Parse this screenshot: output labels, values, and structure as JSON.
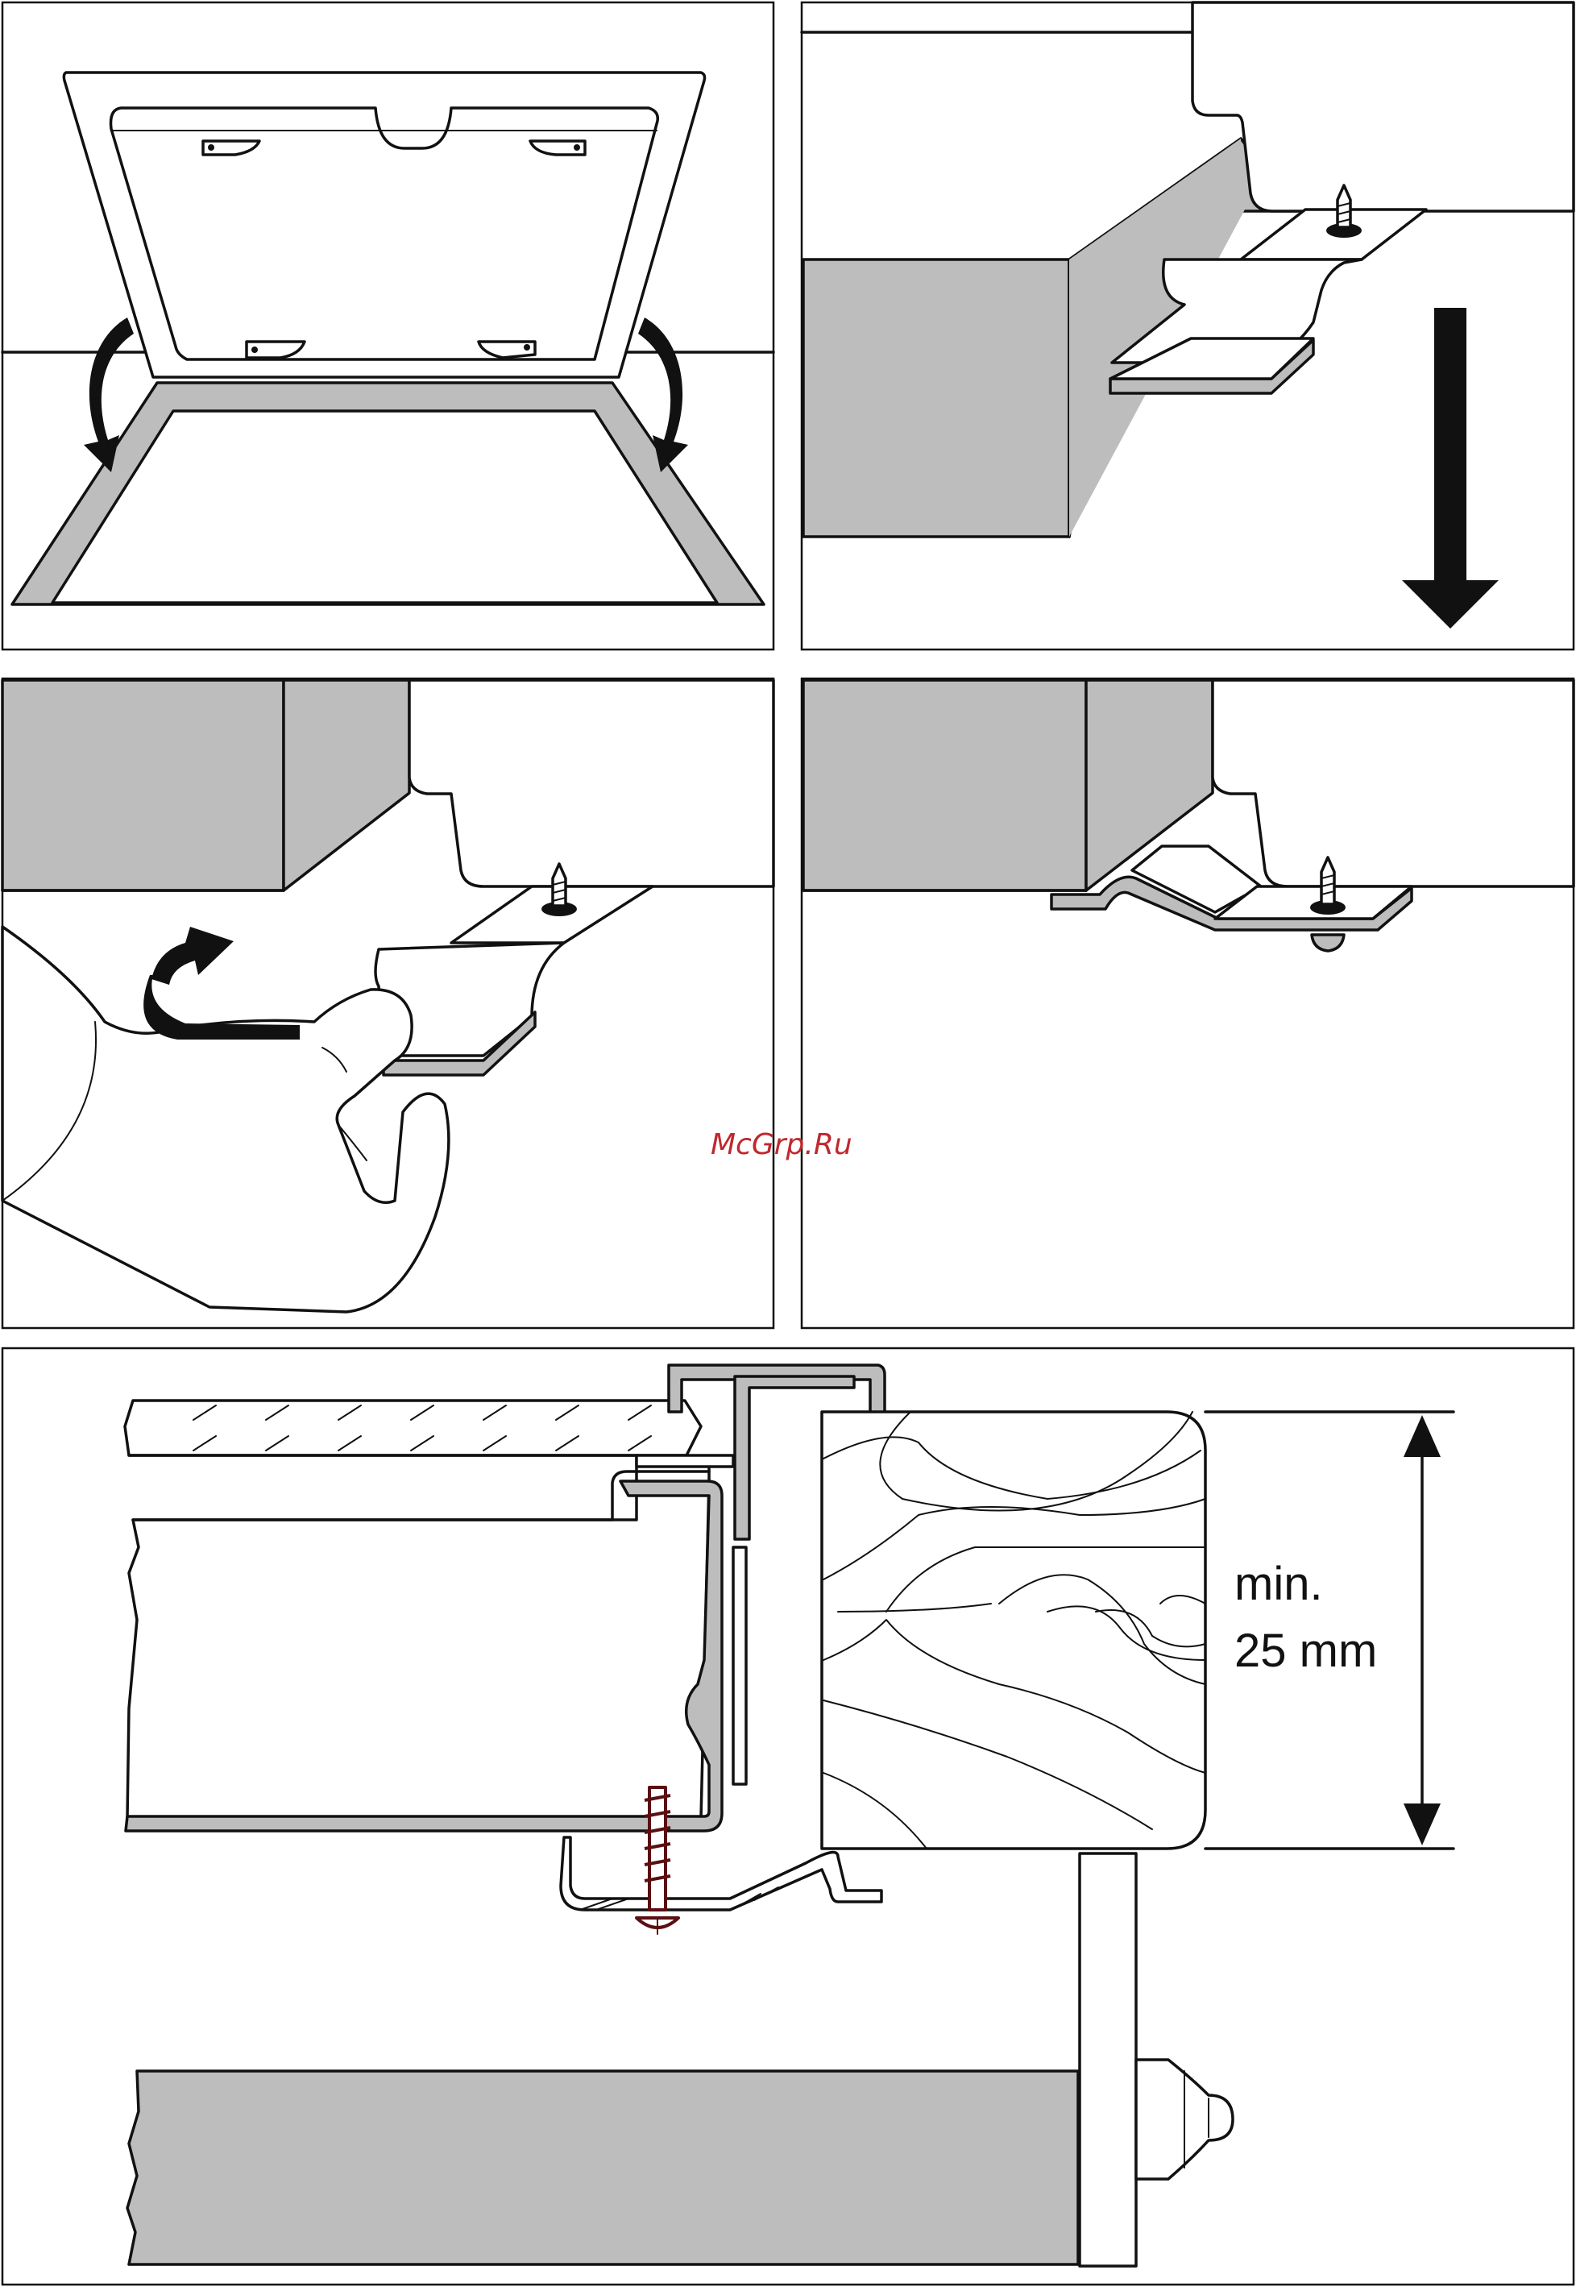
{
  "watermark": "McGrp.Ru",
  "dimension": {
    "line1": "min.",
    "line2": "25 mm"
  },
  "colors": {
    "shade": "#bdbdbd",
    "outline": "#111111",
    "watermark": "#c0282d",
    "screw": "#5a0f12"
  },
  "panels": [
    {
      "id": "panel-1",
      "icon": "rotate-arrows-icon"
    },
    {
      "id": "panel-2",
      "icon": "arrow-down-icon"
    },
    {
      "id": "panel-3",
      "icon": "curved-arrow-icon"
    },
    {
      "id": "panel-4",
      "icon": "screw-icon"
    },
    {
      "id": "panel-5",
      "icon": "dimension-arrow-icon"
    }
  ]
}
